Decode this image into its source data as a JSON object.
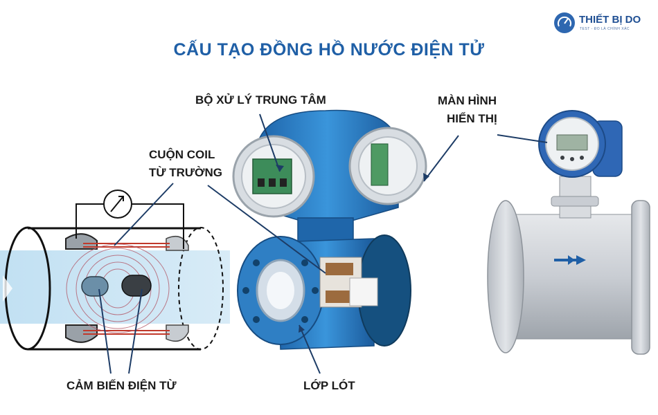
{
  "title": "CẤU TẠO ĐỒNG HỒ NƯỚC ĐIỆN TỬ",
  "logo": {
    "name": "THIẾT BỊ DO",
    "tagline": "TEST - ĐO LÀ CHÍNH XÁC"
  },
  "labels": {
    "processor": "BỘ XỬ LÝ TRUNG TÂM",
    "coil_line1": "CUỘN COIL",
    "coil_line2": "TỪ TRƯỜNG",
    "display_line1": "MÀN HÌNH",
    "display_line2": "HIỂN THỊ",
    "sensor": "CẢM BIẾN ĐIỆN TỪ",
    "liner": "LỚP LÓT"
  },
  "colors": {
    "brand": "#1f5fa6",
    "body_blue": "#2a7ec6",
    "flange_gray": "#c9cdd3"
  }
}
